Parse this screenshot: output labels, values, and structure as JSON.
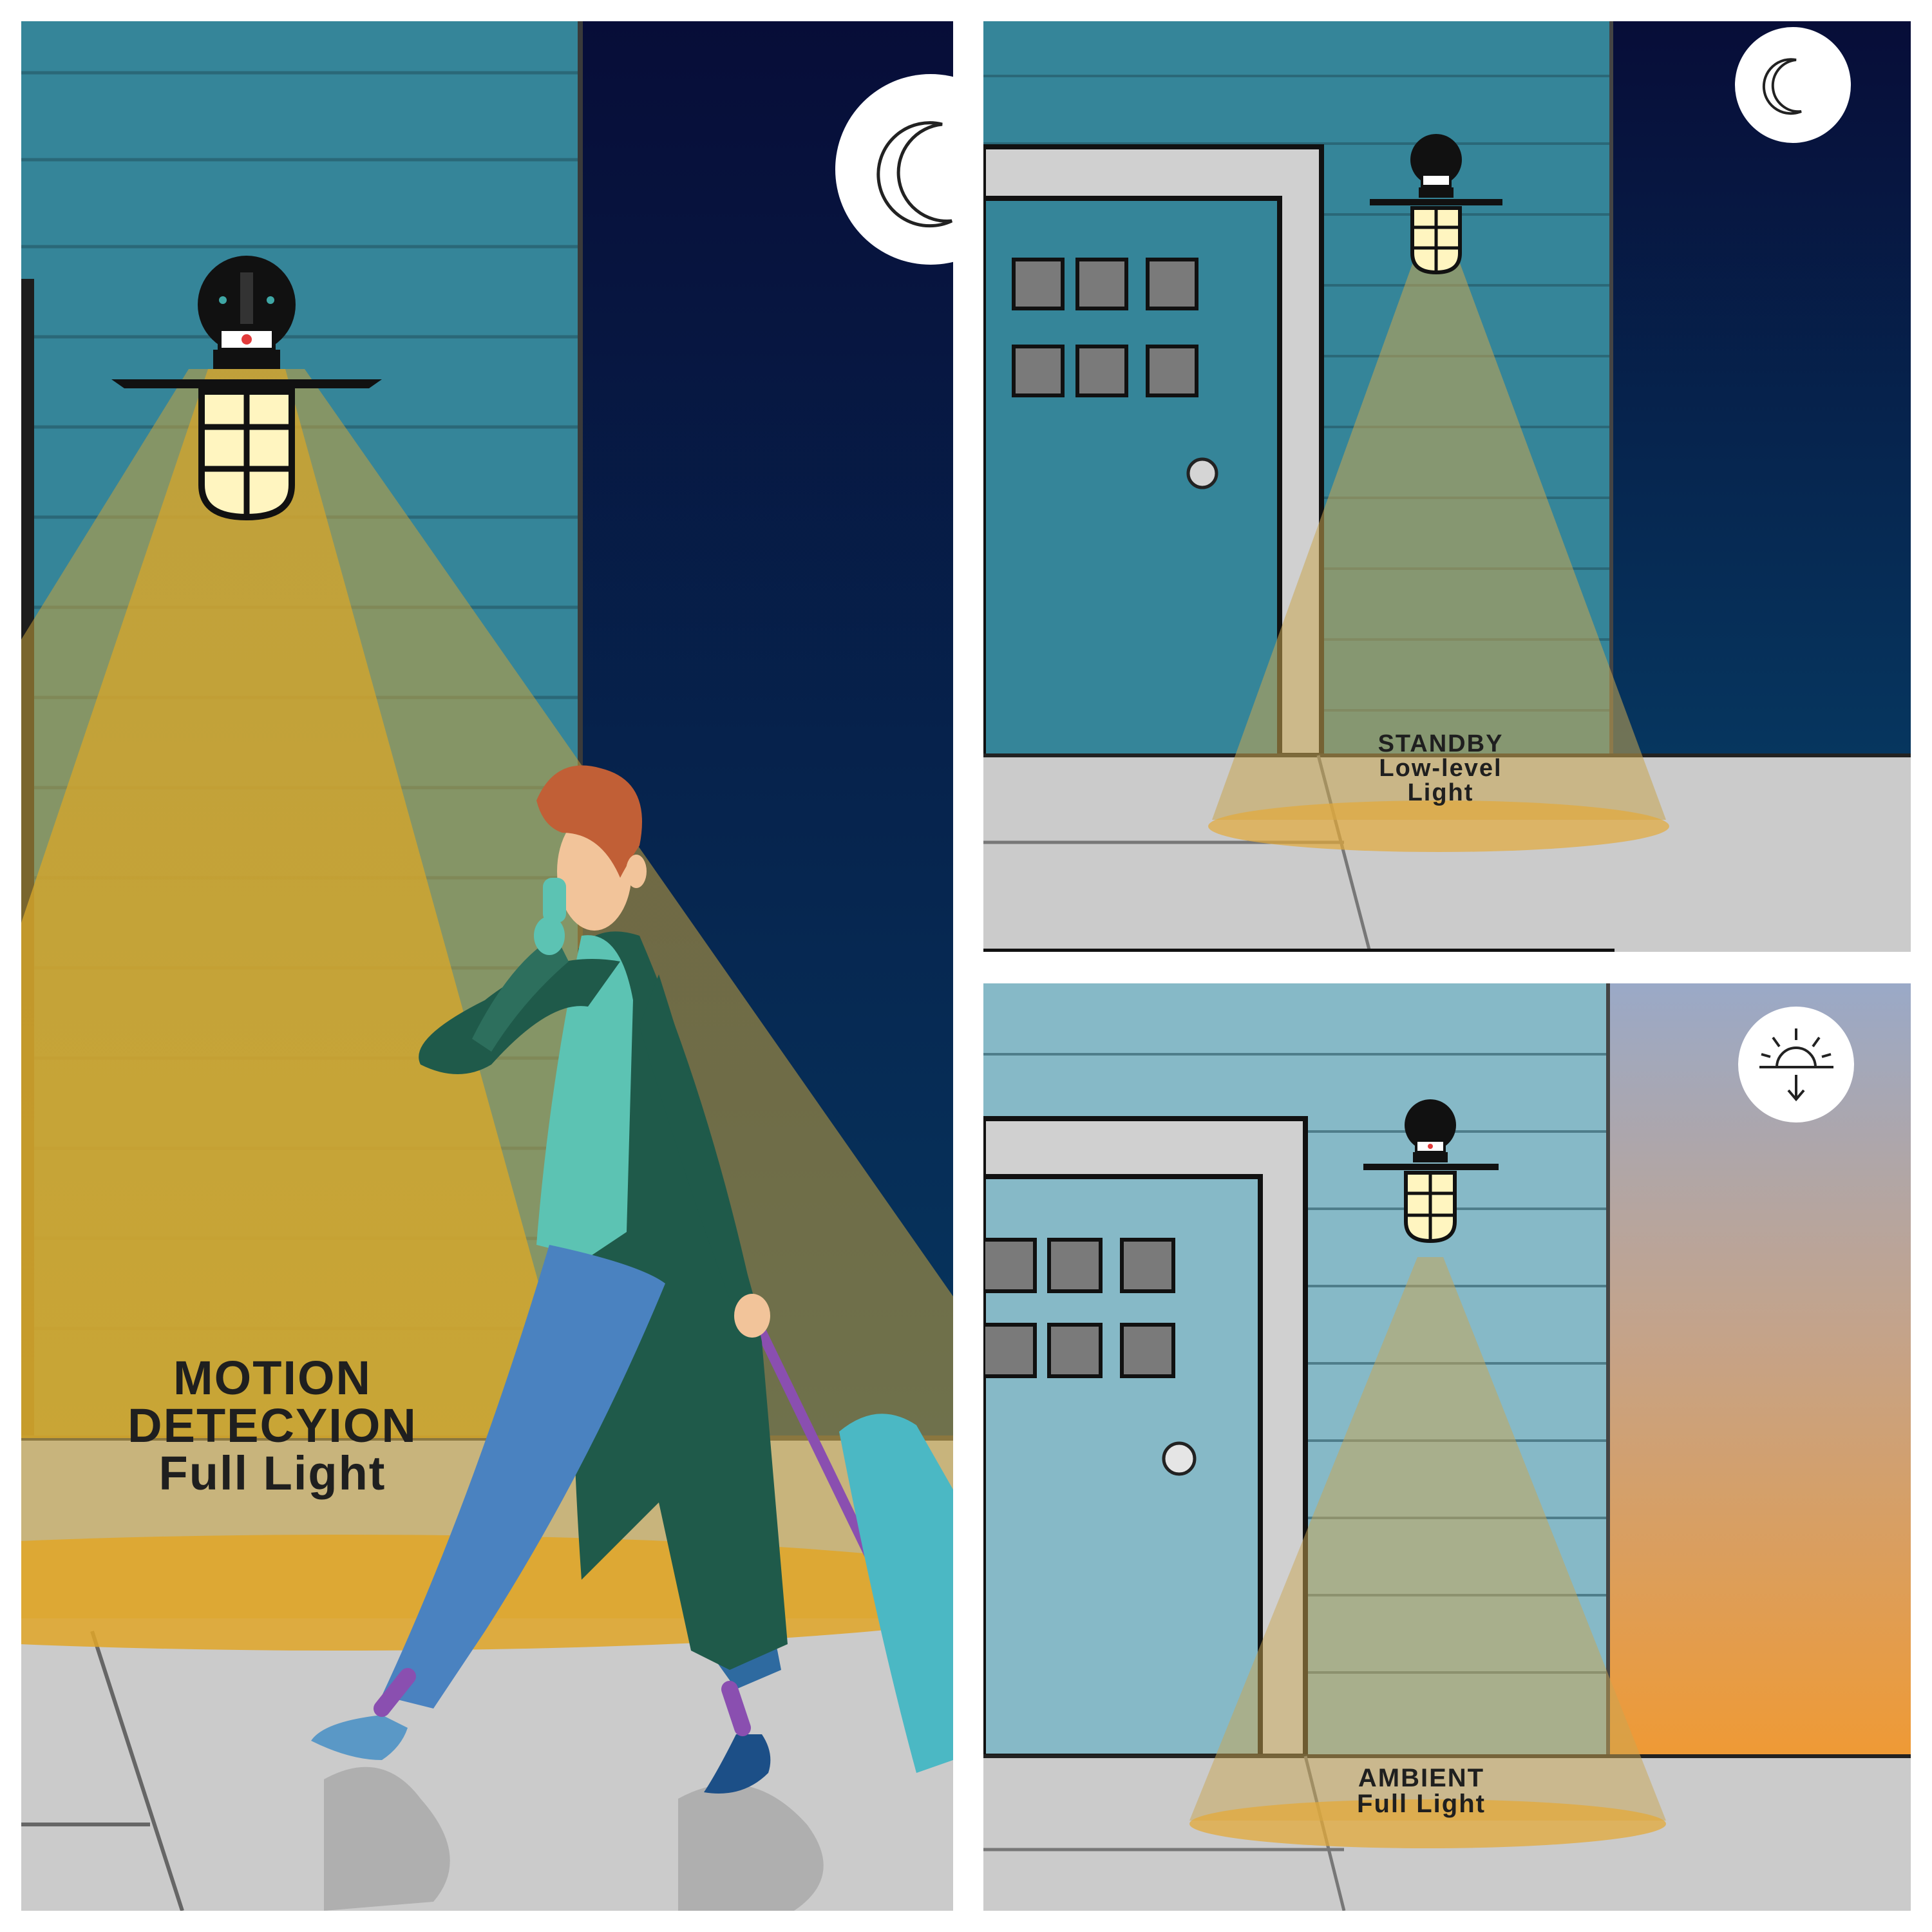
{
  "panels": {
    "motion": {
      "mode_icon": "crescent-moon-icon",
      "lines": [
        "MOTION",
        "DETECYION",
        "Full Light"
      ]
    },
    "standby": {
      "mode_icon": "crescent-moon-icon",
      "lines": [
        "STANDBY",
        "Low-level",
        "Light"
      ]
    },
    "ambient": {
      "mode_icon": "sunset-icon",
      "lines": [
        "AMBIENT",
        "Full Light"
      ]
    }
  },
  "colors": {
    "night_sky_top": "#070d38",
    "night_sky_bottom": "#06365f",
    "dusk_sky_top": "#9aa9c7",
    "dusk_sky_bottom": "#ef9a35",
    "siding_night": "#358599",
    "siding_dusk": "#86b9c7",
    "light_beam": "#d9a92a",
    "sidewalk": "#cbcbcb"
  }
}
